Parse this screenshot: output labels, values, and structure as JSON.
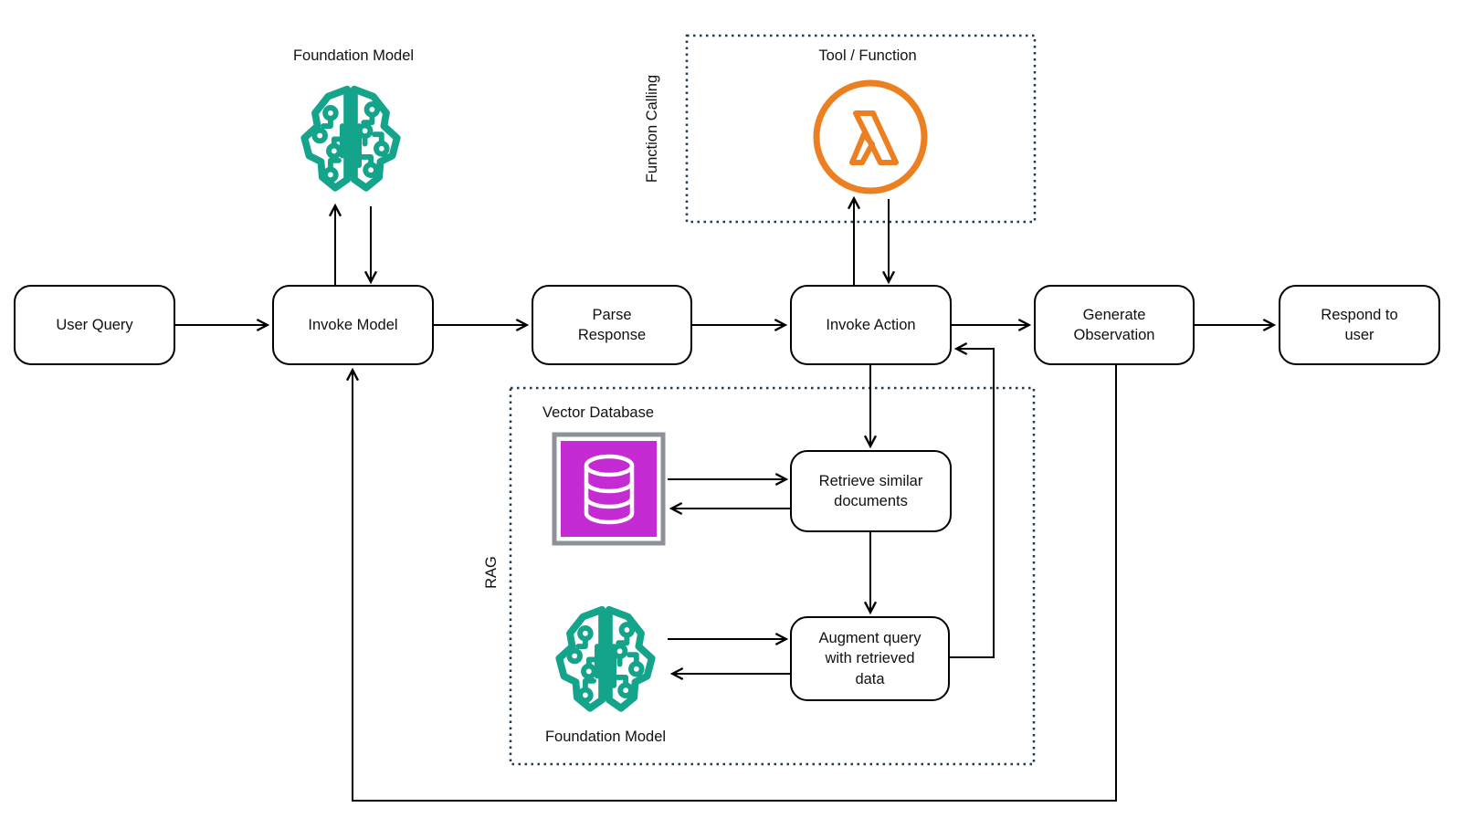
{
  "flow": {
    "user_query": "User Query",
    "invoke_model": "Invoke Model",
    "parse_response": "Parse\nResponse",
    "invoke_action": "Invoke Action",
    "generate_observation": "Generate\nObservation",
    "respond_to_user": "Respond to\nuser"
  },
  "foundation_model": {
    "label": "Foundation Model"
  },
  "function_calling": {
    "section_label": "Function Calling",
    "tool_function_label": "Tool / Function"
  },
  "rag": {
    "section_label": "RAG",
    "vector_database_label": "Vector Database",
    "retrieve_documents": "Retrieve similar\ndocuments",
    "augment_query": "Augment query\nwith retrieved\ndata",
    "foundation_model_label": "Foundation Model"
  },
  "icons": {
    "foundation_model_top": "brain-circuit-icon",
    "foundation_model_rag": "brain-circuit-icon",
    "tool_function": "lambda-icon",
    "vector_database": "database-cylinder-icon"
  },
  "colors": {
    "brain_teal": "#14A38B",
    "lambda_orange": "#EC7F1F",
    "vector_db_magenta": "#C42BD2",
    "vector_db_frame_gray": "#8D9298",
    "dotted_border_navy": "#1E3A4F",
    "connector_black": "#000000"
  }
}
